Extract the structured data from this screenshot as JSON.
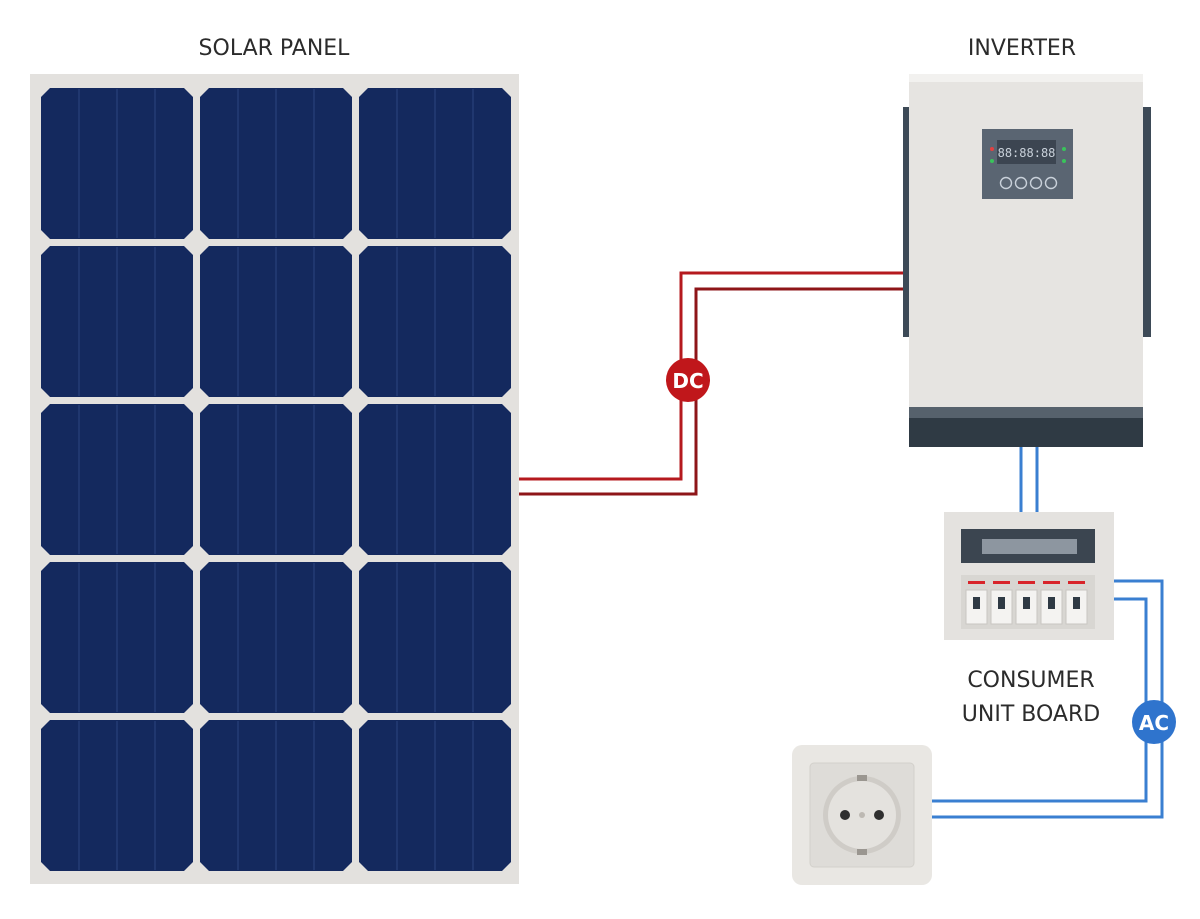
{
  "labels": {
    "solar_panel": "SOLAR PANEL",
    "inverter": "INVERTER",
    "consumer_unit_line1": "CONSUMER",
    "consumer_unit_line2": "UNIT BOARD",
    "dc_badge": "DC",
    "ac_badge": "AC",
    "inverter_display": "88:88:88"
  },
  "panel": {
    "cell_rows": 5,
    "cell_cols": 3
  },
  "breakers": {
    "count": 5
  },
  "colors": {
    "panel_frame": "#e3e1de",
    "cell": "#14295e",
    "cell_line": "#2b4580",
    "dc_wire": "#b5191e",
    "ac_wire": "#3a7fd1",
    "dc_badge": "#c0171b",
    "ac_badge": "#2f74cd",
    "inverter_body": "#e6e4e1",
    "inverter_base": "#2f3a44"
  }
}
